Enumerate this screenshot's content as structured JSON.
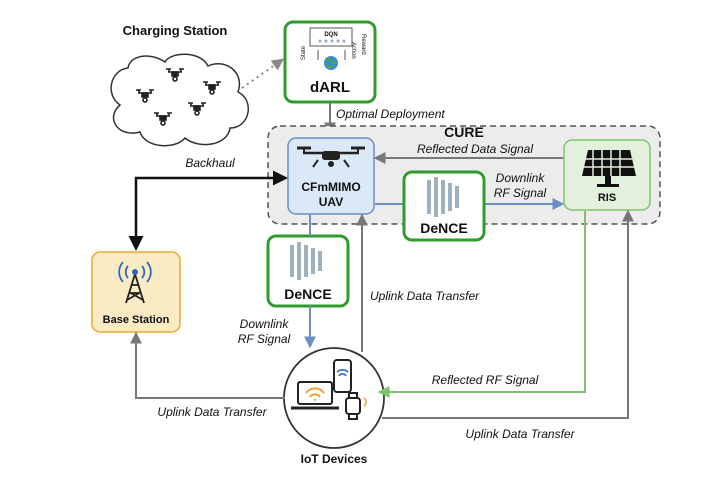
{
  "charging_station": {
    "label": "Charging Station"
  },
  "darl": {
    "label": "dARL",
    "inner_title": "DQN",
    "state_label": "State",
    "reward_label": "Reward",
    "action_label": "Action"
  },
  "cure": {
    "label": "CURE"
  },
  "uav": {
    "line1": "CFmMIMO",
    "line2": "UAV"
  },
  "ris": {
    "label": "RIS"
  },
  "dence_top": {
    "label": "DeNCE"
  },
  "dence_left": {
    "label": "DeNCE"
  },
  "base_station": {
    "label": "Base Station"
  },
  "iot": {
    "label": "IoT Devices"
  },
  "edges": {
    "optimal_deployment": "Optimal Deployment",
    "backhaul": "Backhaul",
    "reflected_data_signal": "Reflected Data Signal",
    "downlink_rf_right_1": "Downlink",
    "downlink_rf_right_2": "RF Signal",
    "downlink_rf_left_1": "Downlink",
    "downlink_rf_left_2": "RF Signal",
    "uplink_center": "Uplink Data Transfer",
    "reflected_rf_signal": "Reflected RF Signal",
    "uplink_left": "Uplink Data Transfer",
    "uplink_bottom": "Uplink Data Transfer"
  },
  "colors": {
    "green": "#2e9c2e",
    "blue_node": "#dbe8f7",
    "blue_line": "#6b8fc5",
    "orange_fill": "#fbebc4",
    "orange_stroke": "#e7a735",
    "gray_line": "#777777",
    "light_green": "#7cc36e"
  }
}
